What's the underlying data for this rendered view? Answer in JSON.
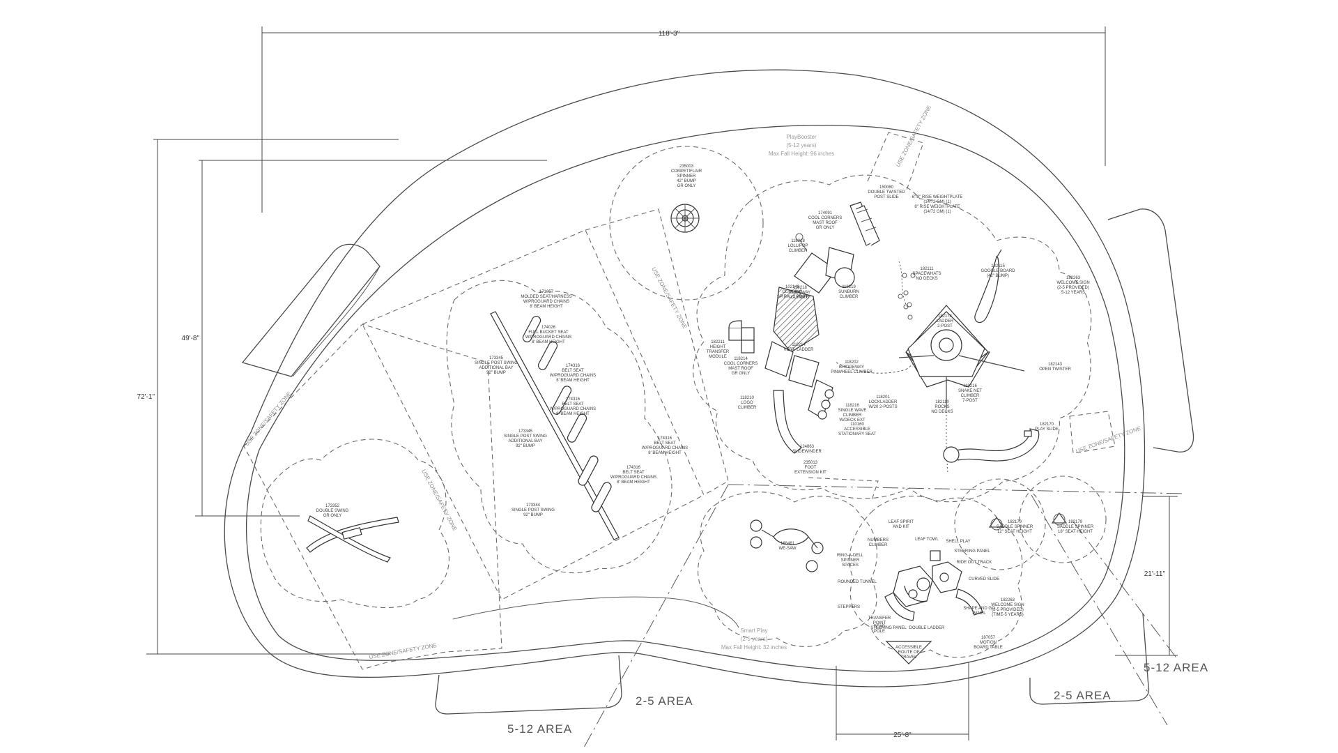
{
  "drawing": {
    "dimensions": {
      "overall_width": "118'-3\"",
      "overall_height": "72'-1\"",
      "inner_height": "49'-8\"",
      "right_height": "21'-11\"",
      "bottom_width": "25'-8\""
    },
    "area_labels": [
      "5-12 AREA",
      "2-5 AREA",
      "2-5 AREA",
      "5-12 AREA"
    ],
    "zones": {
      "big": {
        "name": "PlayBooster",
        "ages": "(5-12 years)",
        "fall_height": "Max Fall Height: 96 inches"
      },
      "small": {
        "name": "Smart Play",
        "ages": "(2-5 years)",
        "fall_height": "Max Fall Height: 32 inches"
      }
    },
    "equipment_labels": [
      {
        "lines": [
          "235003",
          "COMPETIFLAIR",
          "SPINNER",
          "42\" BUMP",
          "GR ONLY"
        ]
      },
      {
        "lines": [
          "150060",
          "DOUBLE TWISTED",
          "POST SLIDE"
        ]
      },
      {
        "lines": [
          "174091",
          "COOL CORNERS",
          "MAST ROOF",
          "GR ONLY"
        ]
      },
      {
        "lines": [
          "118218",
          "LOLLIPOP",
          "CLIMBER"
        ]
      },
      {
        "lines": [
          "6\"/8\" RISE WEIGHTPLATE",
          "(14/72 GM) (1)"
        ]
      },
      {
        "lines": [
          "8\" RISE WEIGHTPLATE",
          "(14/72 GM) (1)"
        ]
      },
      {
        "lines": [
          "182111",
          "SPACEWHATS",
          "NO DECKS"
        ]
      },
      {
        "lines": [
          "182115",
          "GOOGLE BOARD",
          "(42\" BUMP)"
        ]
      },
      {
        "lines": [
          "182263",
          "WELCOME SIGN",
          "(2-5 PROVIDED)",
          "5-12 YEARS"
        ]
      },
      {
        "lines": [
          "102148",
          "CLIMBING",
          "SPIRAL 2 POST"
        ]
      },
      {
        "lines": [
          "118219",
          "SUNBURN",
          "CLIMBER"
        ]
      },
      {
        "lines": [
          "118218",
          "SLIDEWAY",
          "CLIMBER"
        ]
      },
      {
        "lines": [
          "182174",
          "LADDER",
          "2-POST"
        ]
      },
      {
        "lines": [
          "182211",
          "HEIGHT",
          "TRANSFER",
          "MODULE"
        ]
      },
      {
        "lines": [
          "118214",
          "COOL CORNERS",
          "MAST ROOF",
          "GR ONLY"
        ]
      },
      {
        "lines": [
          "118214",
          "VERT. LADDER"
        ]
      },
      {
        "lines": [
          "182143",
          "OPEN TWISTER"
        ]
      },
      {
        "lines": [
          "118202",
          "BRIDGEWAY",
          "PINWHEEL CLIMBER"
        ]
      },
      {
        "lines": [
          "118216",
          "SNAKE NET",
          "CLIMBER",
          "7-POST"
        ]
      },
      {
        "lines": [
          "118210",
          "LOGO",
          "CLIMBER"
        ]
      },
      {
        "lines": [
          "182110",
          "ROCKS",
          "NO DECKS"
        ]
      },
      {
        "lines": [
          "118216",
          "SINGLE WAVE",
          "CLIMBER",
          "W/DECK EXT"
        ]
      },
      {
        "lines": [
          "118201",
          "LOCKLADDER",
          "W/20 2-POSTS"
        ]
      },
      {
        "lines": [
          "182170",
          "PLAY SLIDE"
        ]
      },
      {
        "lines": [
          "110160",
          "ACCESSIBLE",
          "STATIONARY SEAT"
        ]
      },
      {
        "lines": [
          "124863",
          "SLIDEWINDER"
        ]
      },
      {
        "lines": [
          "235013",
          "FOOT",
          "EXTENSION KIT"
        ]
      },
      {
        "lines": [
          "171057",
          "MOLDED SEAT/HARNESS",
          "W/PROGUARD CHAINS",
          "8' BEAM HEIGHT"
        ]
      },
      {
        "lines": [
          "174026",
          "FULL BUCKET SEAT",
          "W/PROGUARD CHAINS",
          "8' BEAM HEIGHT"
        ]
      },
      {
        "lines": [
          "173345",
          "SINGLE POST SWING",
          "ADDITIONAL BAY",
          "92\" BUMP"
        ]
      },
      {
        "lines": [
          "174316",
          "BELT SEAT",
          "W/PROGUARD CHAINS",
          "8' BEAM HEIGHT"
        ]
      },
      {
        "lines": [
          "174316",
          "BELT SEAT",
          "W/PROGUARD CHAINS",
          "8' BEAM HEIGHT"
        ]
      },
      {
        "lines": [
          "173345",
          "SINGLE POST SWING",
          "ADDITIONAL BAY",
          "92\" BUMP"
        ]
      },
      {
        "lines": [
          "174316",
          "BELT SEAT",
          "W/PROGUARD CHAINS",
          "8' BEAM HEIGHT"
        ]
      },
      {
        "lines": [
          "174316",
          "BELT SEAT",
          "W/PROGUARD CHAINS",
          "8' BEAM HEIGHT"
        ]
      },
      {
        "lines": [
          "173344",
          "SINGLE POST SWING",
          "92\" BUMP"
        ]
      },
      {
        "lines": [
          "173352",
          "DOUBLE SWING",
          "GR ONLY"
        ]
      },
      {
        "lines": [
          "168461",
          "WE-SAW"
        ]
      },
      {
        "lines": [
          "182179",
          "SADDLE SPINNER",
          "12\" SEAT HEIGHT"
        ]
      },
      {
        "lines": [
          "182179",
          "SADDLE SPINNER",
          "18\" SEAT HEIGHT"
        ]
      },
      {
        "lines": [
          "182263",
          "WELCOME SIGN",
          "(2-5 PROVIDED)",
          "(TIME-5 YEARS)"
        ]
      },
      {
        "lines": [
          "LEAF SPIRIT",
          "AND KIT"
        ]
      },
      {
        "lines": [
          "NUMBERS",
          "CLIMBER"
        ]
      },
      {
        "lines": [
          "LEAF TOWL"
        ]
      },
      {
        "lines": [
          "SHELL PLAY"
        ]
      },
      {
        "lines": [
          "STEERING PANEL"
        ]
      },
      {
        "lines": [
          "RIDE OUT TRACK"
        ]
      },
      {
        "lines": [
          "RING-A-DELL",
          "SPINNER",
          "SPACES"
        ]
      },
      {
        "lines": [
          "CURVED SLIDE"
        ]
      },
      {
        "lines": [
          "ROUNDED TUNNEL"
        ]
      },
      {
        "lines": [
          "STEPPERS"
        ]
      },
      {
        "lines": [
          "SHAPE AND GO",
          "PANEL"
        ]
      },
      {
        "lines": [
          "TRANSFER",
          "POINT"
        ]
      },
      {
        "lines": [
          "BEAD",
          "POLE"
        ]
      },
      {
        "lines": [
          "STEERING PANEL"
        ]
      },
      {
        "lines": [
          "DOUBLE LADDER"
        ]
      },
      {
        "lines": [
          "187057",
          "MOTION",
          "BOARD TABLE"
        ]
      },
      {
        "lines": [
          "ACCESSIBLE",
          "ROUTE OF",
          "TRAVEL"
        ]
      }
    ],
    "zone_line_labels": [
      "USE ZONE/SAFETY ZONE",
      "USE ZONE/SAFETY ZONE",
      "USE ZONE/SAFETY ZONE",
      "USE ZONE/SAFETY ZONE",
      "USE ZONE/SAFETY ZONE",
      "USE ZONE/SAFETY ZONE"
    ]
  }
}
